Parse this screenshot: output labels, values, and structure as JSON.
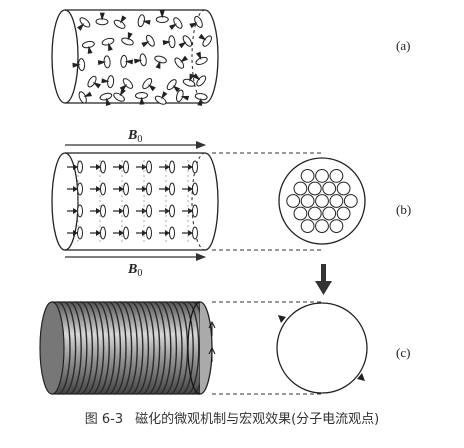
{
  "panels": {
    "a": {
      "label": "(a)"
    },
    "b": {
      "label": "(b)",
      "field_top": "B",
      "field_top_sub": "0",
      "field_bottom": "B",
      "field_bottom_sub": "0"
    },
    "c": {
      "label": "(c)"
    }
  },
  "caption": {
    "figure_number": "图 6-3",
    "text": "磁化的微观机制与宏观效果(分子电流观点)"
  }
}
